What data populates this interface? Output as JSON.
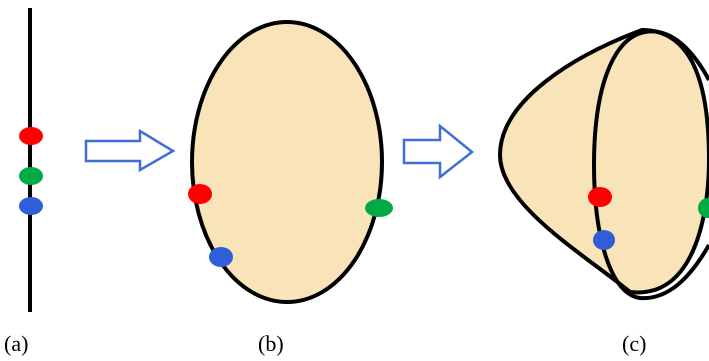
{
  "panels": [
    {
      "label": "(a)"
    },
    {
      "label": "(b)"
    },
    {
      "label": "(c)"
    }
  ],
  "colors": {
    "stroke": "#000000",
    "fill": "#f9e3b9",
    "arrow": "#3f6fd6",
    "red": "#ff0000",
    "green": "#00aa44",
    "blue": "#2e5fd9"
  },
  "markers": [
    "red",
    "green",
    "blue"
  ]
}
